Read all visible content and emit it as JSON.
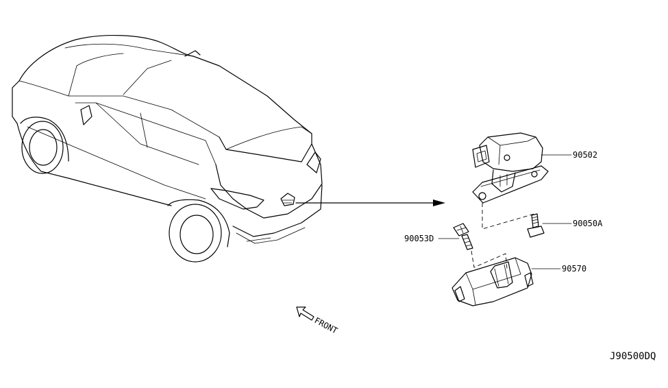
{
  "parts": [
    {
      "number": "90502"
    },
    {
      "number": "90050A"
    },
    {
      "number": "90053D"
    },
    {
      "number": "90570"
    }
  ],
  "front_label": "FRONT",
  "diagram_code": "J90500DQ"
}
